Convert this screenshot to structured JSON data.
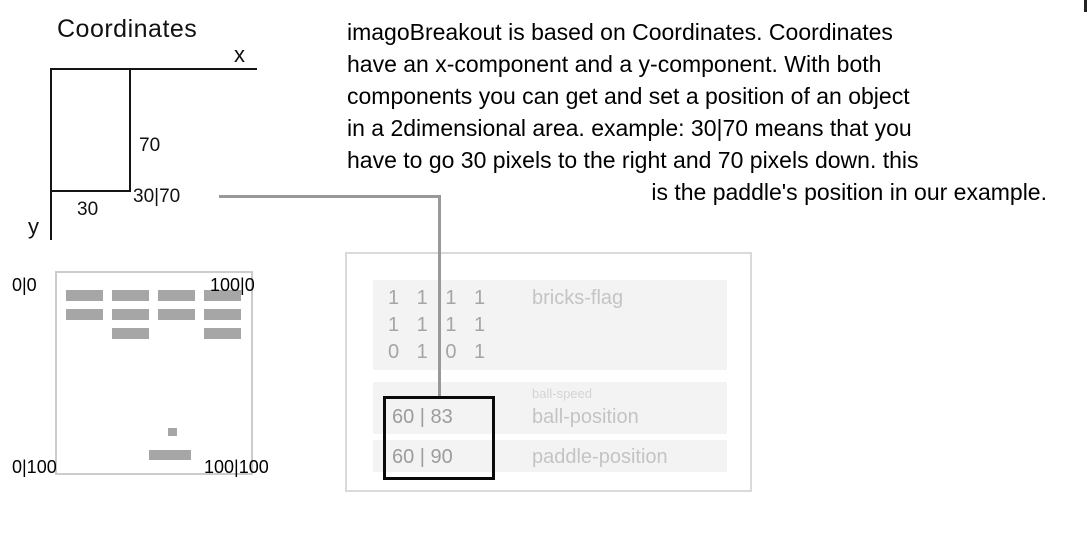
{
  "coordinates_diagram": {
    "title": "Coordinates",
    "x_axis_label": "x",
    "y_axis_label": "y",
    "y_offset_label": "70",
    "x_offset_label": "30",
    "position_label": "30|70"
  },
  "description": {
    "lines": [
      "imagoBreakout is based on Coordinates. Coordinates",
      "have an x-component and a y-component. With both",
      "components you can get and set a position of an object",
      "in a 2dimensional area. example: 30|70 means that you",
      "have to go 30 pixels to the right and 70 pixels down. this",
      "is the paddle's position in our example."
    ]
  },
  "game_field": {
    "corner_labels": {
      "top_left": "0|0",
      "top_right": "100|0",
      "bottom_left": "0|100",
      "bottom_right": "100|100"
    },
    "brick_rows": [
      [
        1,
        1,
        1,
        1
      ],
      [
        1,
        1,
        1,
        1
      ],
      [
        0,
        1,
        0,
        1
      ]
    ]
  },
  "memory_panel": {
    "bricks_flag": {
      "rows": [
        "1 1 1 1",
        "1 1 1 1",
        "0 1 0 1"
      ],
      "label": "bricks-flag"
    },
    "ball_speed_label": "ball-speed",
    "ball_position": {
      "value": "60 | 83",
      "label": "ball-position"
    },
    "paddle_position": {
      "value": "60 | 90",
      "label": "paddle-position"
    }
  }
}
